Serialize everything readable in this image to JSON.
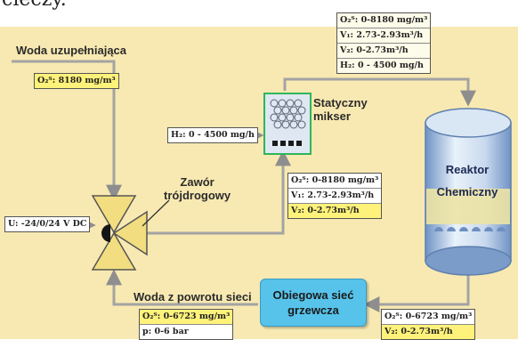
{
  "caption_fragment": "cieczy.",
  "labels": {
    "make_up_water": "Woda uzupełniająca",
    "static_mixer": [
      "Statyczny",
      "mikser"
    ],
    "valve": [
      "Zawór",
      "trójdrogowy"
    ],
    "reactor": [
      "Reaktor",
      "Chemiczny"
    ],
    "heating_network": [
      "Obiegowa sieć",
      "grzewcza"
    ],
    "return_water": "Woda z powrotu sieci"
  },
  "boxes": {
    "make_up": [
      "O₂ᵀ: 8180 mg/m³"
    ],
    "top_right": [
      "O₂ᵀ: 0-8180 mg/m³",
      "V₁: 2.73-2.93m³/h",
      "V₂: 0-2.73m³/h",
      "H₂: 0 - 4500 mg/h"
    ],
    "h2_input": [
      "H₂: 0 - 4500 mg/h"
    ],
    "mid": [
      "O₂ᵀ: 0-8180 mg/m³",
      "V₁: 2.73-2.93m³/h",
      "V₂: 0-2.73m³/h"
    ],
    "voltage": [
      "U: -24/0/24 V DC"
    ],
    "return": [
      "O₂ᵀ: 0-6723 mg/m³",
      "p: 0-6 bar"
    ],
    "bottom_right": [
      "O₂ᵀ: 0-6723 mg/m³",
      "V₂: 0-2.73m³/h"
    ]
  },
  "colors": {
    "background": "#f8e9b2",
    "pipe": "#a3a3a3",
    "highlight": "#fff27a",
    "network_box": "#57c3ea",
    "mixer_border": "#2fb65a"
  }
}
